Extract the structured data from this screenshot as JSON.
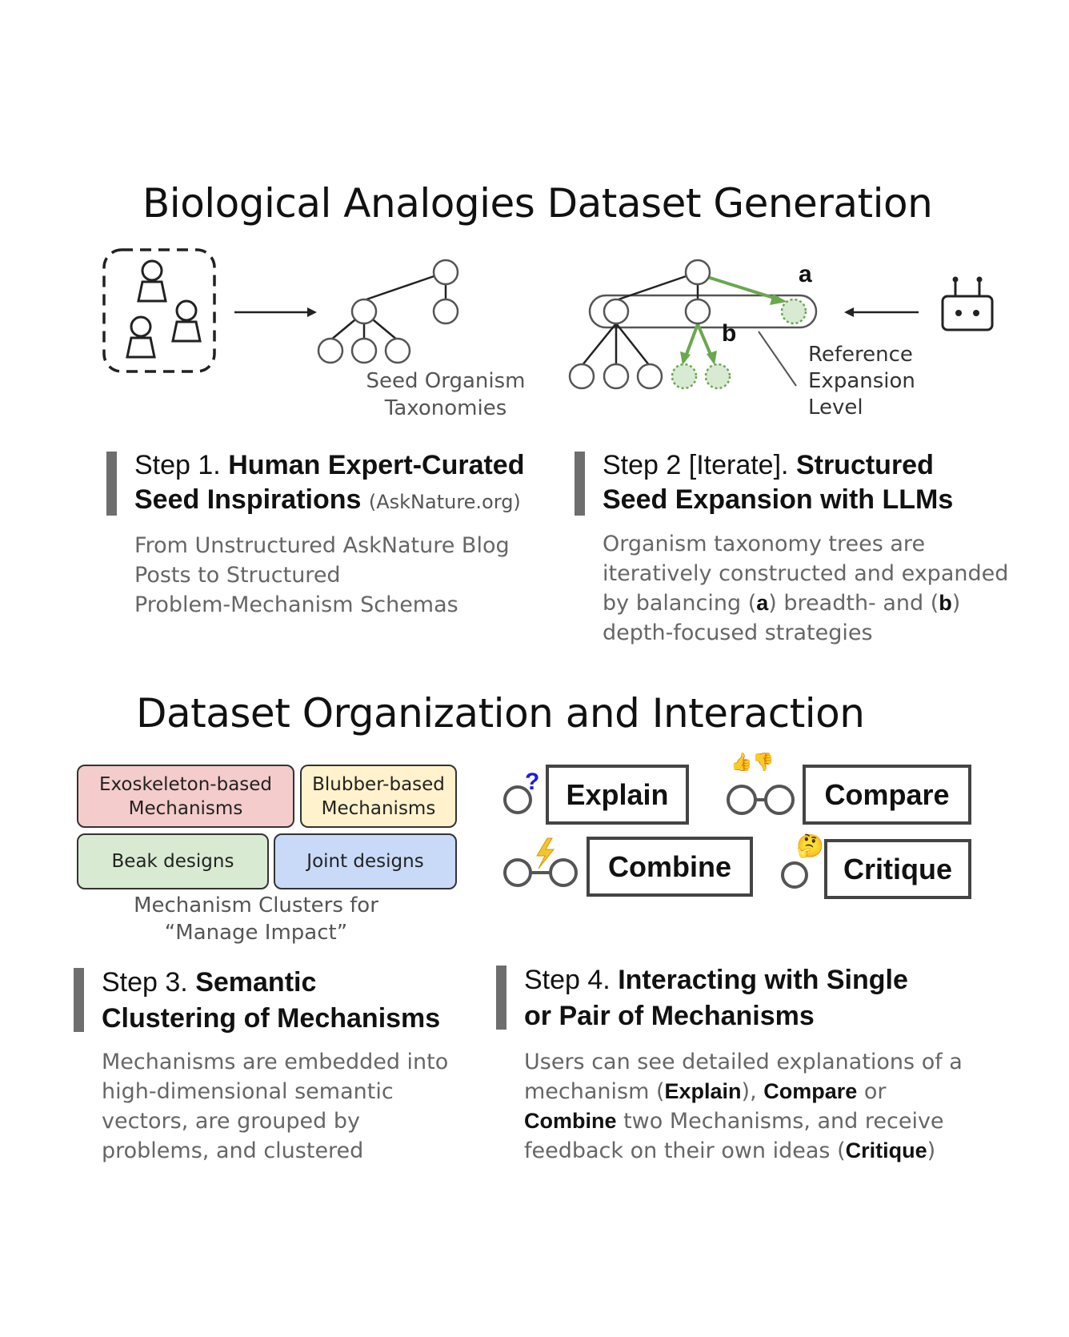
{
  "top": {
    "title": "Biological Analogies Dataset Generation",
    "seed_caption": [
      "Seed Organism",
      "Taxonomies"
    ],
    "label_a": "a",
    "label_b": "b",
    "ref_caption": [
      "Reference",
      "Expansion",
      "Level"
    ],
    "step1": {
      "prefix": "Step 1.",
      "bold_line1": "Human Expert-Curated",
      "bold_line2": "Seed Inspirations",
      "source": "(AskNature.org)",
      "desc": [
        "From Unstructured AskNature Blog",
        "Posts to Structured",
        "Problem-Mechanism Schemas"
      ]
    },
    "step2": {
      "prefix": "Step 2 [Iterate].",
      "bold_line1": "Structured",
      "bold_line2": "Seed Expansion with LLMs",
      "desc1": "Organism taxonomy trees are",
      "desc2": "iteratively constructed and expanded",
      "desc3_pre": "by balancing (",
      "desc3_a": "a",
      "desc3_mid": ") breadth- and (",
      "desc3_b": "b",
      "desc3_post": ")",
      "desc4": "depth-focused strategies"
    }
  },
  "bottom": {
    "title": "Dataset Organization and Interaction",
    "clusters": {
      "exoskeleton": [
        "Exoskeleton-based",
        "Mechanisms"
      ],
      "blubber": [
        "Blubber-based",
        "Mechanisms"
      ],
      "beak": "Beak designs",
      "joint": "Joint designs",
      "colors": {
        "exoskeleton": "#f4cccc",
        "blubber": "#fff2cc",
        "beak": "#d9ead3",
        "joint": "#c9daf8"
      }
    },
    "cluster_caption": [
      "Mechanism Clusters for",
      "“Manage Impact”"
    ],
    "actions": {
      "explain": "Explain",
      "compare": "Compare",
      "combine": "Combine",
      "critique": "Critique"
    },
    "step3": {
      "prefix": "Step 3.",
      "bold_line1": "Semantic",
      "bold_line2": "Clustering of Mechanisms",
      "desc": [
        "Mechanisms are embedded into",
        "high-dimensional semantic",
        "vectors, are grouped by",
        "problems, and clustered"
      ]
    },
    "step4": {
      "prefix": "Step 4.",
      "bold_line1": "Interacting with Single",
      "bold_line2": "or Pair of Mechanisms",
      "desc1": "Users can see detailed explanations of a",
      "desc2_pre": "mechanism (",
      "desc2_b1": "Explain",
      "desc2_mid": "), ",
      "desc2_b2": "Compare",
      "desc2_post": " or",
      "desc3_b": "Combine",
      "desc3_post": " two Mechanisms, and receive",
      "desc4_pre": "feedback on their own ideas (",
      "desc4_b": "Critique",
      "desc4_post": ")"
    }
  },
  "icons": {
    "question": "?",
    "lightning": "⚡",
    "thumbs": "👍👎",
    "thinking": "🤔"
  },
  "colors": {
    "green": "#6aa84f",
    "green_fill": "#d9ead3",
    "bar": "#6e6e6e"
  }
}
